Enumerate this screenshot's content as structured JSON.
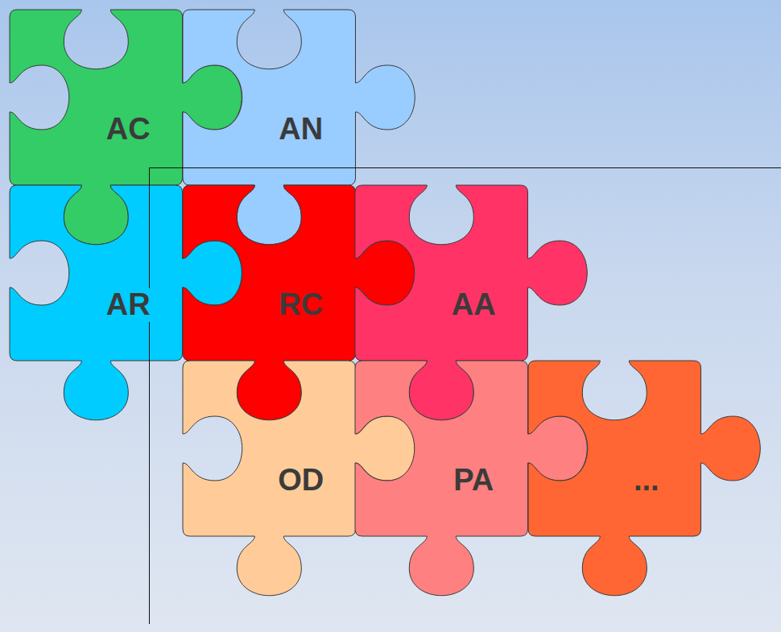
{
  "diagram": {
    "nodes": [
      {
        "text": [
          "AC"
        ]
      },
      {
        "text": [
          "AN"
        ]
      },
      {
        "text": [
          "AR"
        ]
      },
      {
        "text": [
          "RC"
        ]
      },
      {
        "text": [
          "AA"
        ]
      },
      {
        "text": [
          "OD"
        ]
      },
      {
        "text": [
          "PA"
        ]
      },
      {
        "text": [
          "..."
        ]
      }
    ]
  }
}
